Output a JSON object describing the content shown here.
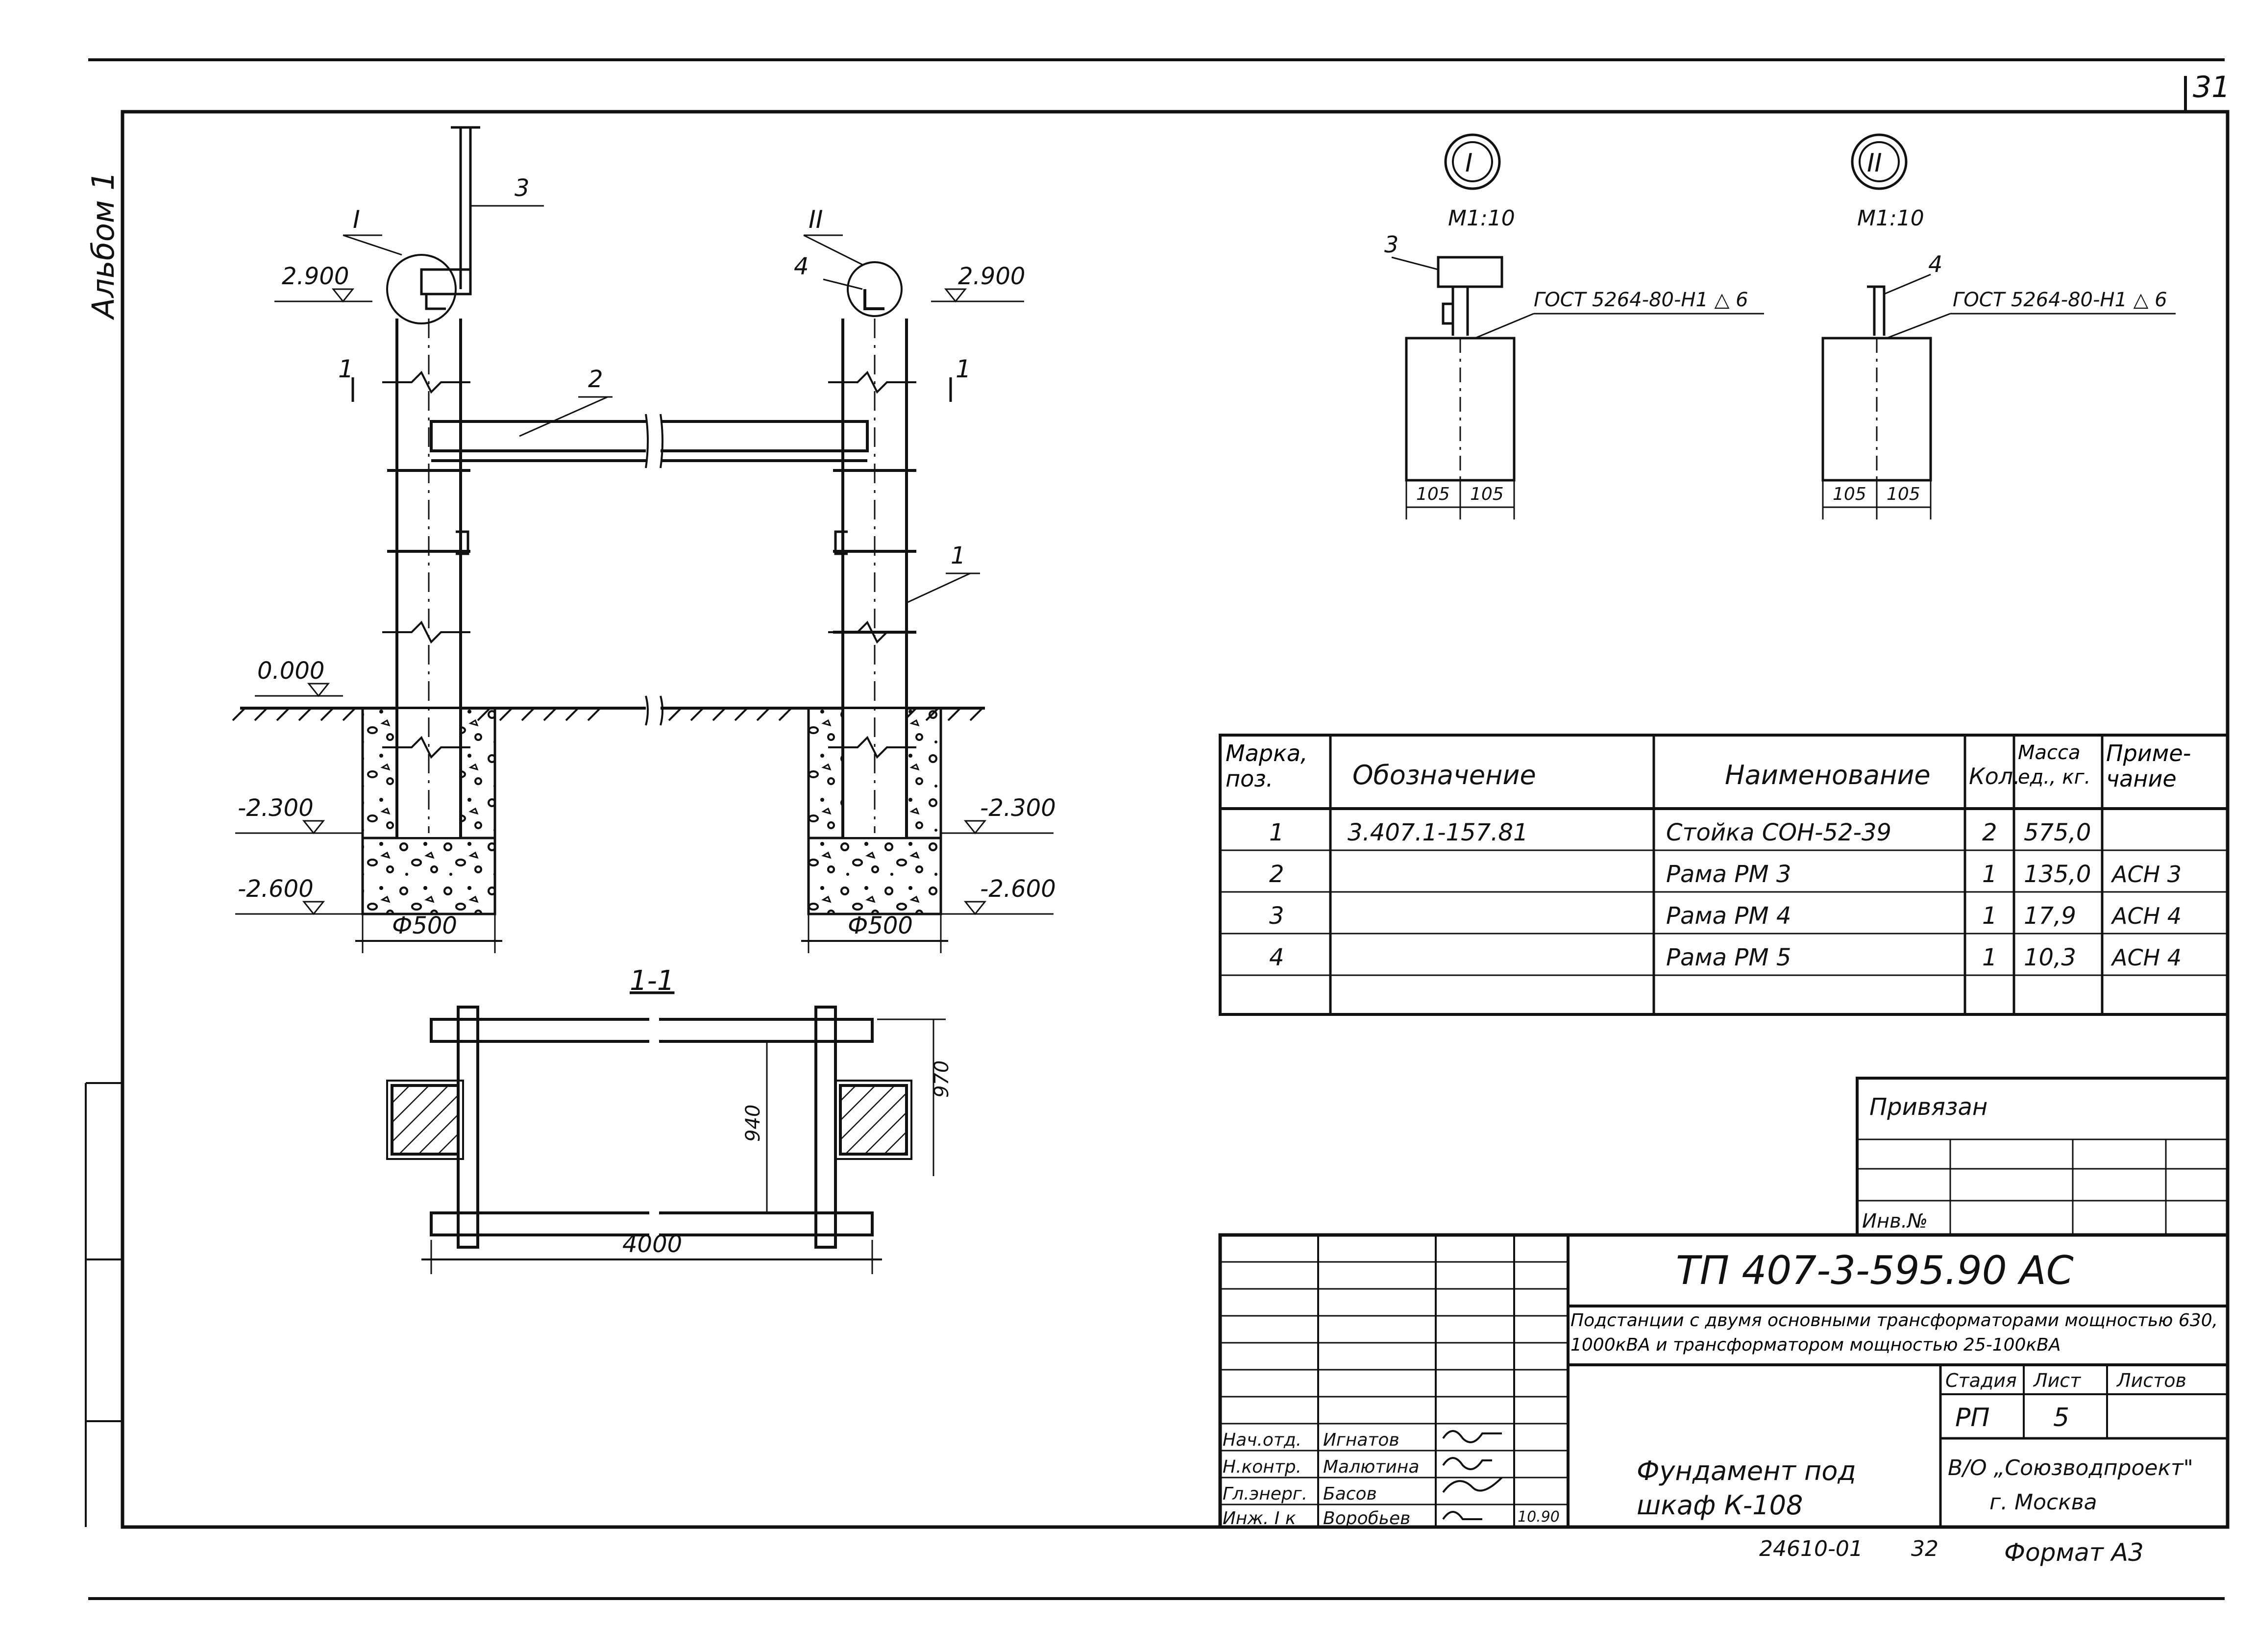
{
  "sheet": {
    "page_number": "31",
    "album_label": "Альбом 1",
    "copy_number": "24610-01",
    "copy_page": "32",
    "format_label": "Формат А3"
  },
  "elevation": {
    "level_top_left": "2.900",
    "level_top_right": "2.900",
    "level_ground": "0.000",
    "level_minus1_left": "-2.300",
    "level_minus2_left": "-2.600",
    "level_minus1_right": "-2.300",
    "level_minus2_right": "-2.600",
    "diameter_left": "Ф500",
    "diameter_right": "Ф500",
    "node_I_roman": "I",
    "node_II_roman": "II",
    "section_mark_left": "1",
    "section_mark_right": "1",
    "pos_1": "1",
    "pos_2": "2",
    "pos_3": "3",
    "pos_4": "4"
  },
  "plan": {
    "title": "1-1",
    "dim_length": "4000",
    "dim_depth_inner": "940",
    "dim_depth_outer": "970"
  },
  "node_I": {
    "roman": "I",
    "scale": "М1:10",
    "pos": "3",
    "weld_note": "ГОСТ 5264-80-Н1 △ 6",
    "dim_a": "105",
    "dim_b": "105"
  },
  "node_II": {
    "roman": "II",
    "scale": "М1:10",
    "pos": "4",
    "weld_note": "ГОСТ 5264-80-Н1 △ 6",
    "dim_a": "105",
    "dim_b": "105"
  },
  "spec_table": {
    "headers": [
      "Марка, поз.",
      "Обозначение",
      "Наименование",
      "Кол.",
      "Масса ед., кг.",
      "Приме- чание"
    ],
    "rows": [
      [
        "1",
        "3.407.1-157.81",
        "Стойка СОН-52-39",
        "2",
        "575,0",
        ""
      ],
      [
        "2",
        "",
        "Рама РМ 3",
        "1",
        "135,0",
        "АСН 3"
      ],
      [
        "3",
        "",
        "Рама РМ 4",
        "1",
        "17,9",
        "АСН 4"
      ],
      [
        "4",
        "",
        "Рама РМ 5",
        "1",
        "10,3",
        "АСН 4"
      ]
    ]
  },
  "binding": {
    "label": "Привязан",
    "inv_label": "Инв.№"
  },
  "title_block": {
    "code": "ТП 407-3-595.90  АС",
    "project_name": "Подстанции с двумя основными трансформаторами мощностью 630, 1000кВА и трансформатором мощностью 25-100кВА",
    "stage_label": "Стадия",
    "sheet_label": "Лист",
    "sheets_label": "Листов",
    "stage_value": "РП",
    "sheet_value": "5",
    "drawing_title_line1": "Фундамент под",
    "drawing_title_line2": "шкаф К-108",
    "org_line1": "В/О „Союзводпроект\"",
    "org_line2": "г. Москва",
    "date": "10.90",
    "signatures": [
      {
        "role": "Нач.отд.",
        "name": "Игнатов"
      },
      {
        "role": "Н.контр.",
        "name": "Малютина"
      },
      {
        "role": "Гл.энерг.",
        "name": "Басов"
      },
      {
        "role": "Инж. I к",
        "name": "Воробьев"
      }
    ]
  }
}
